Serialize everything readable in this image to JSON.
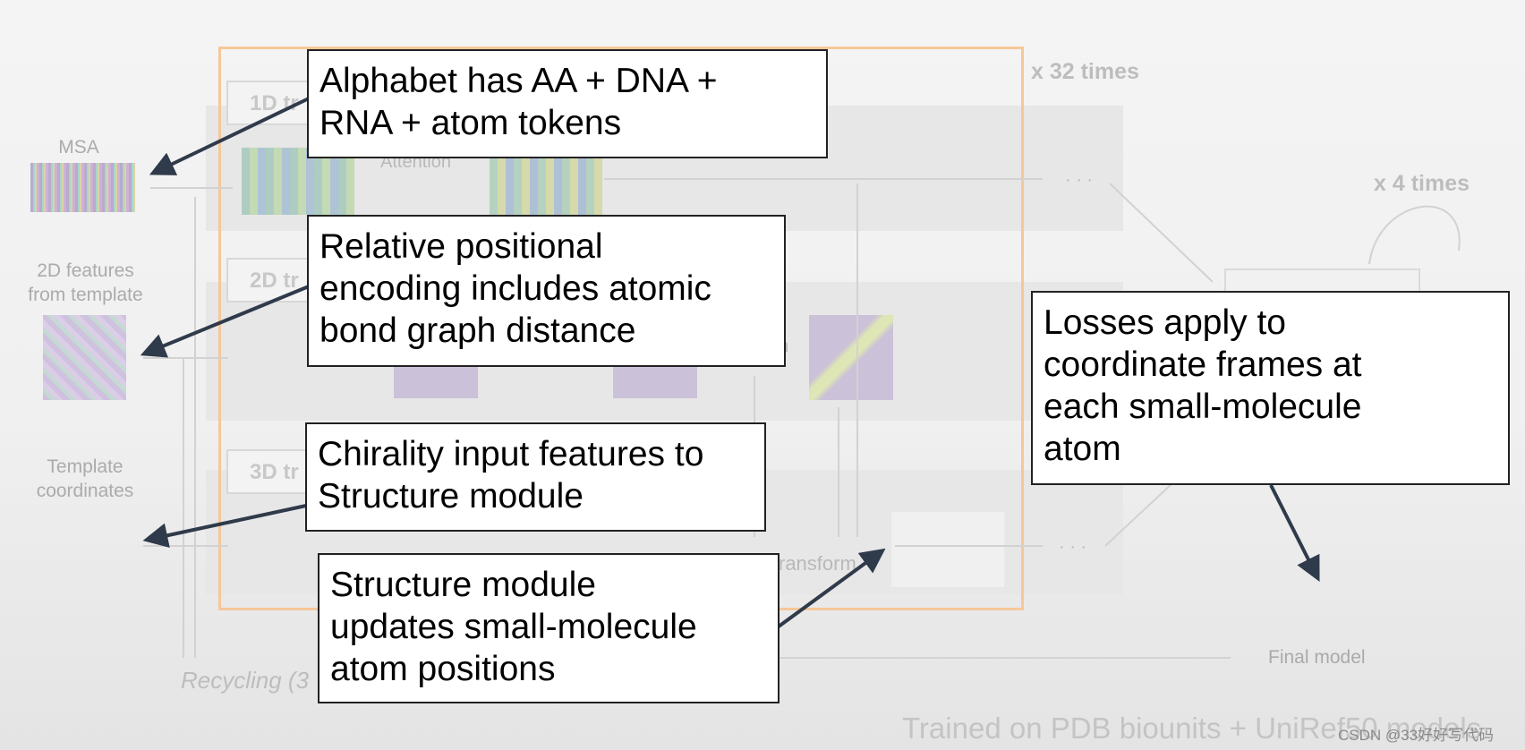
{
  "diagram": {
    "inputs": {
      "msa": "MSA",
      "features": "2D features\nfrom template",
      "coords": "Template\ncoordinates"
    },
    "tracks": [
      "1D tr",
      "2D tr",
      "3D tr"
    ],
    "attention_label": "Attention",
    "n_fragment": "n",
    "transform_label": "ransform",
    "repeat_outer": "x 32 times",
    "repeat_inner": "x 4 times",
    "ellipsis": "· · ·",
    "final_model": "Final model",
    "recycling": "Recycling (3",
    "trained_on": "Trained on PDB biounits + UniRef50 models",
    "watermark": "CSDN @33好好写代码"
  },
  "callouts": {
    "alphabet": "Alphabet has AA + DNA +\nRNA + atom tokens",
    "positional": "Relative positional\nencoding includes atomic\nbond graph distance",
    "chirality": "Chirality input features to\nStructure module",
    "structure": "Structure module\nupdates small-molecule\natom positions",
    "losses": "Losses apply to\ncoordinate frames at\neach small-molecule\natom"
  },
  "colors": {
    "callout_border": "#222222",
    "arrow": "#2f3a4a",
    "frame": "#f6c79a",
    "faint_text": "#b9b9b9"
  }
}
